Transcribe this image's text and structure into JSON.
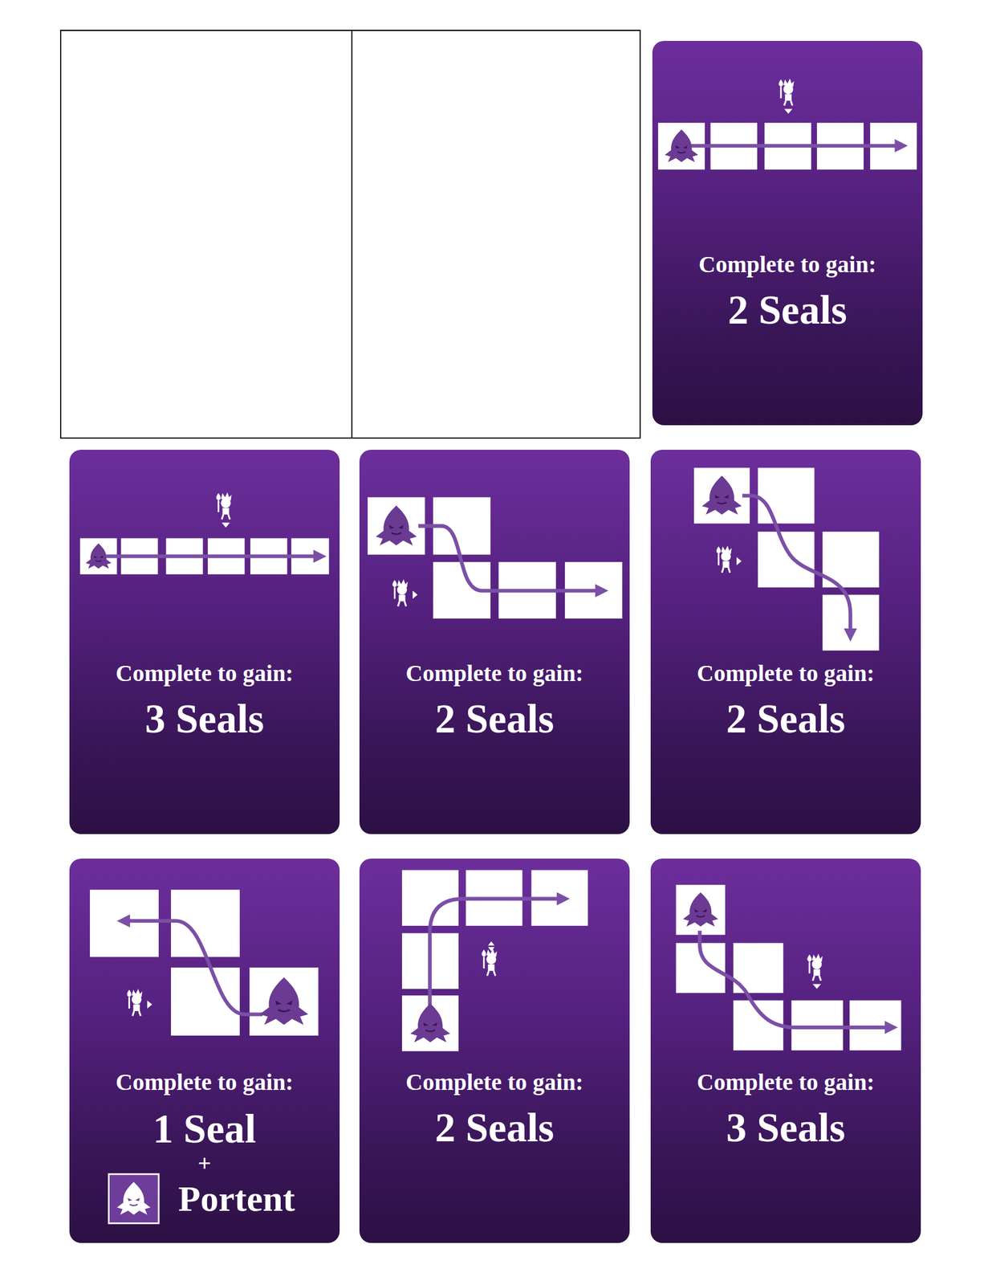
{
  "diagram": {
    "nodes": [
      {
        "text": [
          "Complete to gain:",
          "2 Seals"
        ]
      },
      {
        "text": [
          "Complete to gain:",
          "3 Seals"
        ]
      },
      {
        "text": [
          "Complete to gain:",
          "2 Seals"
        ]
      },
      {
        "text": [
          "Complete to gain:",
          "2 Seals"
        ]
      },
      {
        "text": [
          "Complete to gain:",
          "1 Seal",
          "+",
          "Portent"
        ]
      },
      {
        "text": [
          "Complete to gain:",
          "2 Seals"
        ]
      },
      {
        "text": [
          "Complete to gain:",
          "3 Seals"
        ]
      }
    ]
  }
}
